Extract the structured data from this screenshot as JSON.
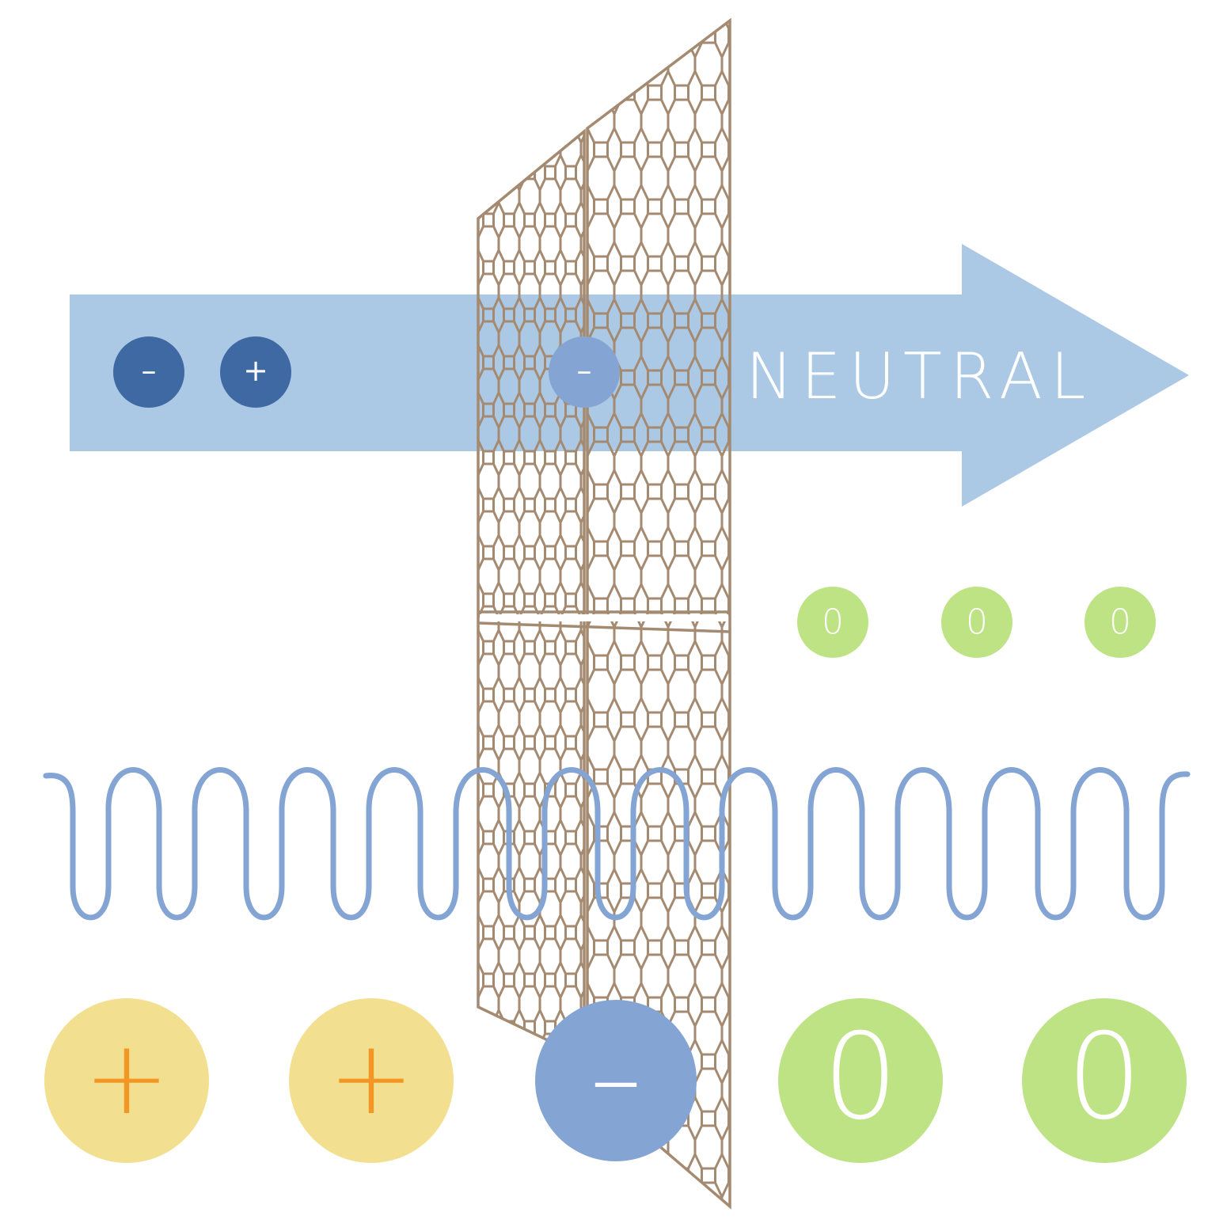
{
  "colors": {
    "background": "#ffffff",
    "arrow": "#abc8e4",
    "mesh": "#a48a70",
    "wave": "#84a5d4",
    "dark_particle": "#3f69a3",
    "light_particle": "#84a5d4",
    "neutral_particle": "#bee384",
    "positive_particle": "#f2e090",
    "positive_sign": "#f29724",
    "particle_text": "#ffffff"
  },
  "arrow": {
    "label": "NEUTRAL"
  },
  "arrow_particles": [
    {
      "sign": "–",
      "fill": "dark_particle"
    },
    {
      "sign": "+",
      "fill": "dark_particle"
    },
    {
      "sign": "–",
      "fill": "light_particle"
    }
  ],
  "neutral_small": [
    {
      "sign": "0"
    },
    {
      "sign": "0"
    },
    {
      "sign": "0"
    }
  ],
  "bottom_particles": [
    {
      "sign": "+",
      "kind": "positive"
    },
    {
      "sign": "+",
      "kind": "positive"
    },
    {
      "sign": "–",
      "kind": "negative"
    },
    {
      "sign": "0",
      "kind": "neutral"
    },
    {
      "sign": "0",
      "kind": "neutral"
    }
  ],
  "icons": {
    "membrane": "hexagonal-mesh-membrane",
    "wave": "oscillating-wave"
  }
}
